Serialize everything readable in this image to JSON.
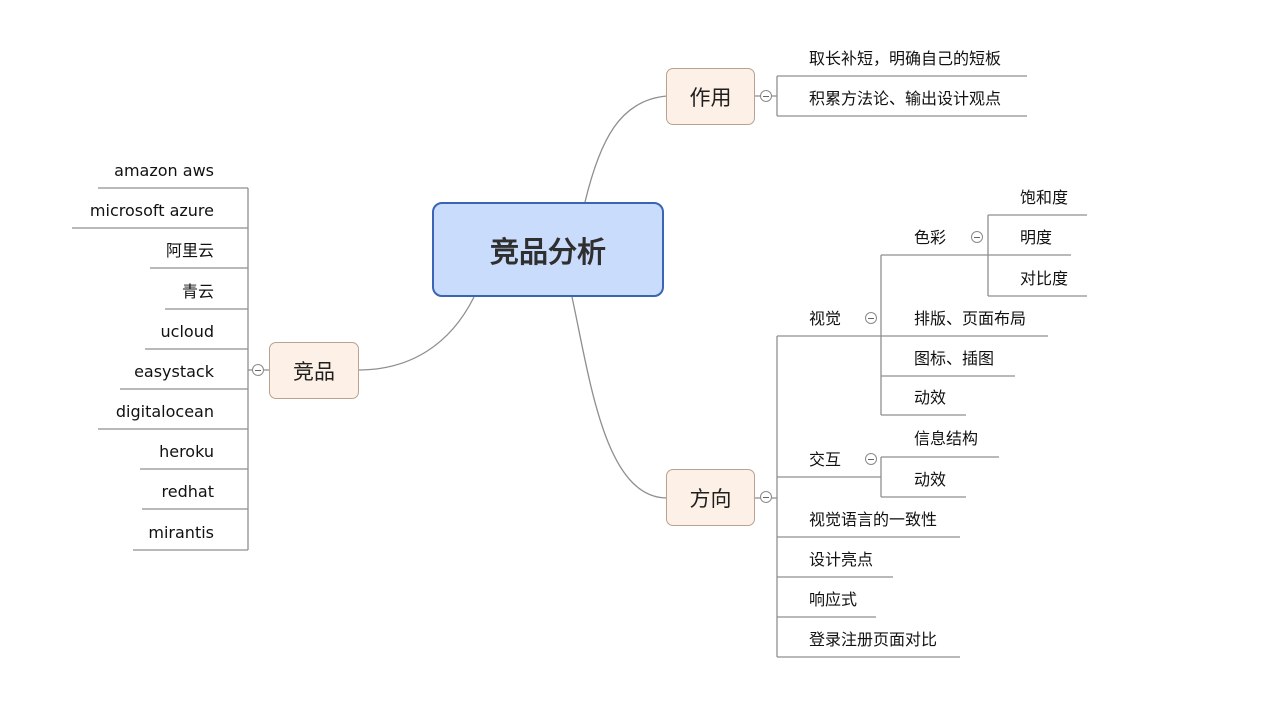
{
  "central": {
    "label": "竞品分析"
  },
  "usage": {
    "label": "作用",
    "items": [
      "取长补短，明确自己的短板",
      "积累方法论、输出设计观点"
    ]
  },
  "competitors": {
    "label": "竞品",
    "items": [
      "amazon aws",
      "microsoft azure",
      "阿里云",
      "青云",
      "ucloud",
      "easystack",
      "digitalocean",
      "heroku",
      "redhat",
      "mirantis"
    ]
  },
  "direction": {
    "label": "方向",
    "visual": {
      "label": "视觉",
      "color": {
        "label": "色彩",
        "items": [
          "饱和度",
          "明度",
          "对比度"
        ]
      },
      "items": [
        "排版、页面布局",
        "图标、插图",
        "动效"
      ]
    },
    "interaction": {
      "label": "交互",
      "items": [
        "信息结构",
        "动效"
      ]
    },
    "items": [
      "视觉语言的一致性",
      "设计亮点",
      "响应式",
      "登录注册页面对比"
    ]
  }
}
